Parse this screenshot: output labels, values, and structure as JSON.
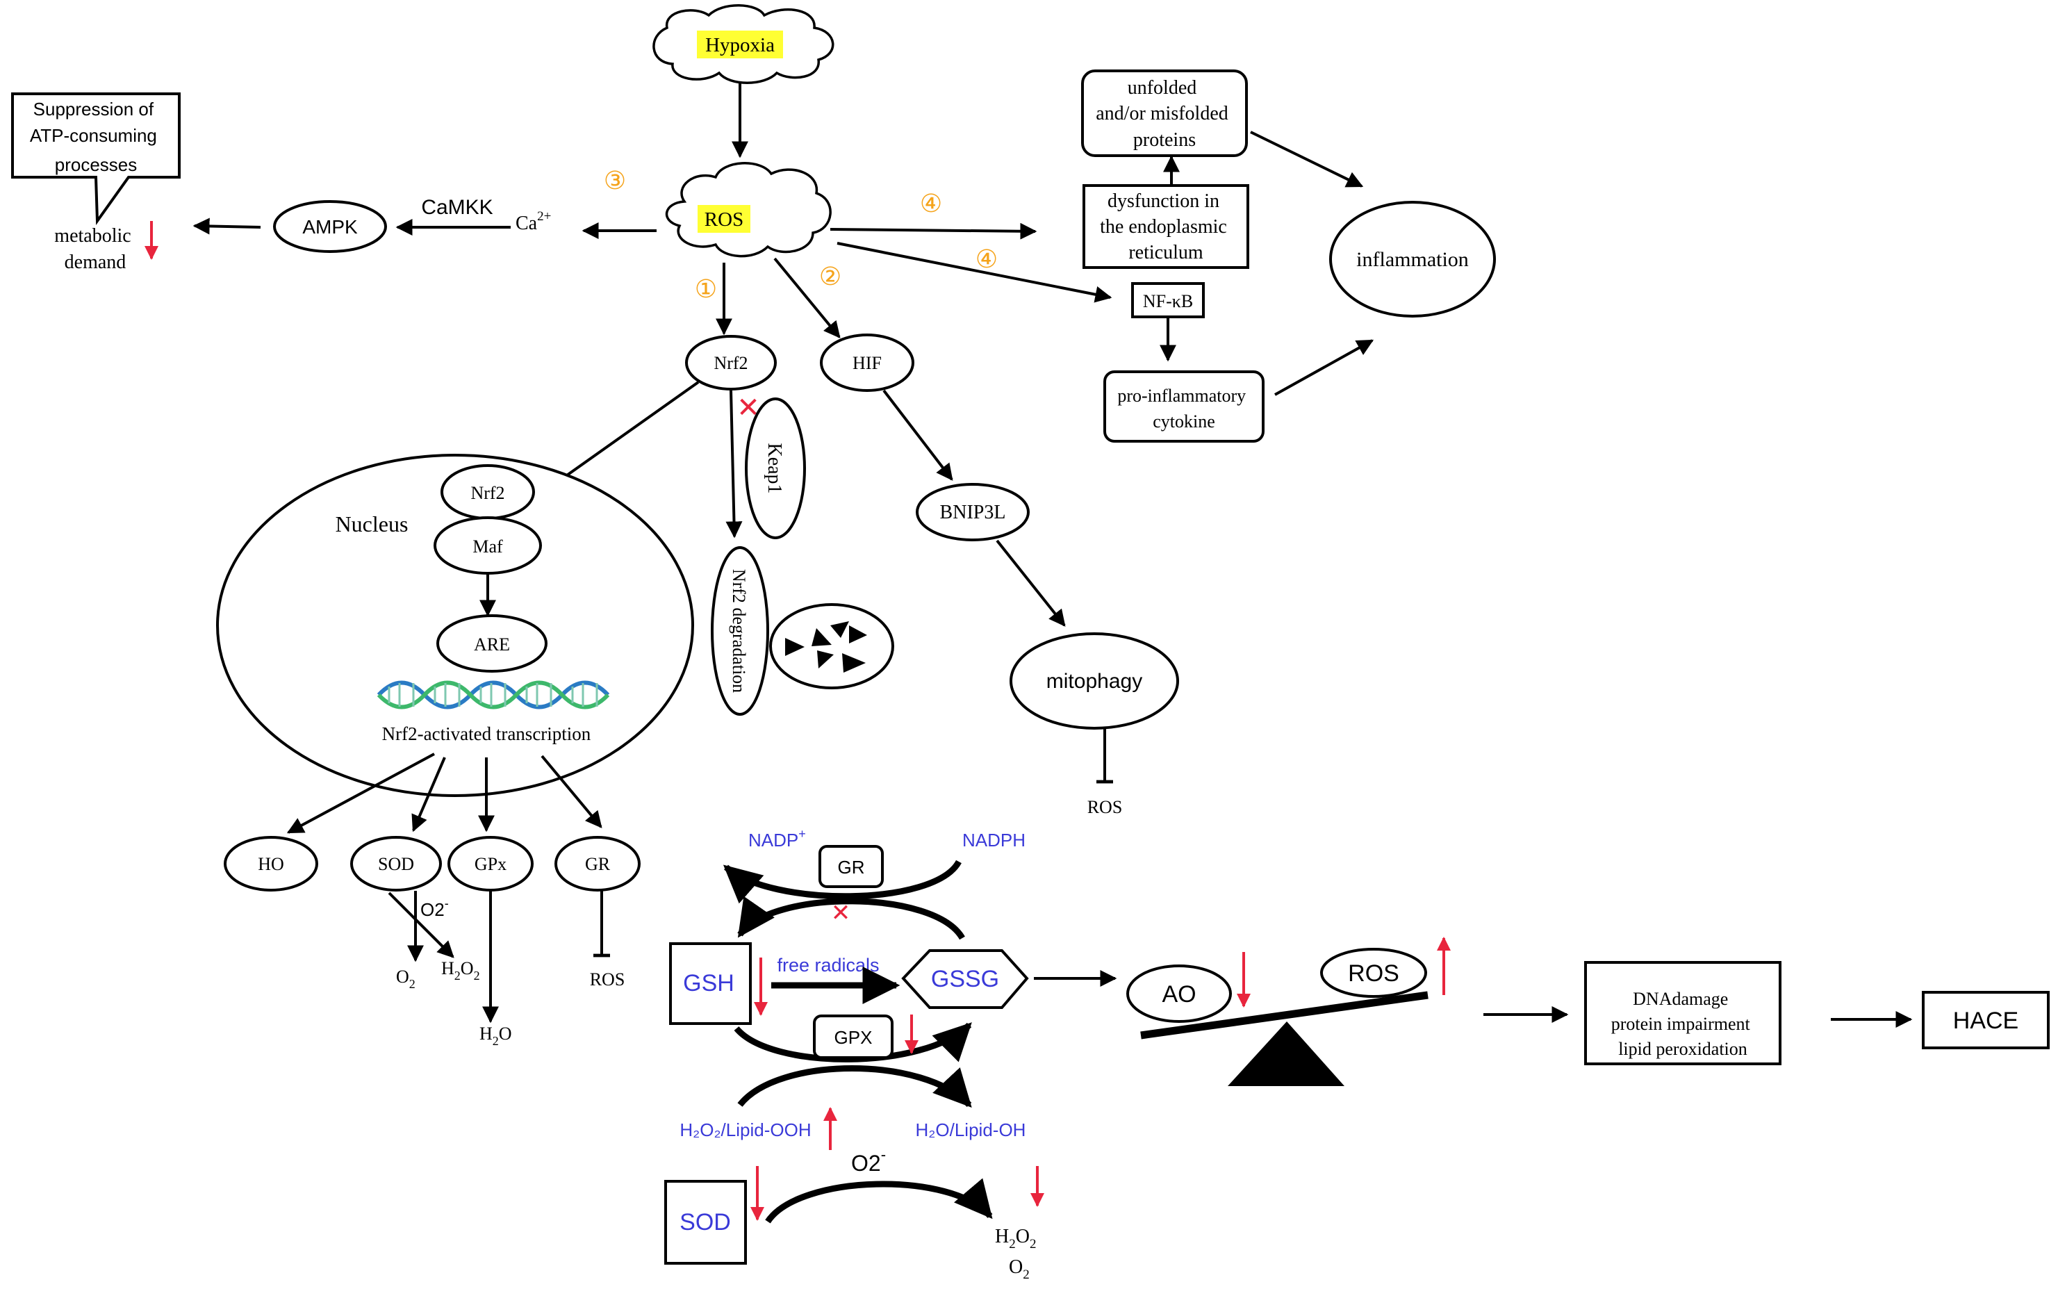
{
  "colors": {
    "highlight": "#ffff33",
    "enzyme_text": "#3a3ad8",
    "step_number": "#f5a31a",
    "up_down_arrow": "#e8253d",
    "line": "#000000"
  },
  "top": {
    "hypoxia": "Hypoxia",
    "ros": "ROS"
  },
  "steps": {
    "s1": "①",
    "s2": "②",
    "s3": "③",
    "s4a": "④",
    "s4b": "④"
  },
  "energy": {
    "callout": [
      "Suppression of",
      "ATP-consuming",
      "processes"
    ],
    "metabolic": [
      "metabolic",
      "demand"
    ],
    "ampk": "AMPK",
    "camkk": "CaMKK",
    "ca": "Ca",
    "ca_sup": "2+"
  },
  "er": {
    "unfolded": [
      "unfolded",
      "and/or misfolded",
      "proteins"
    ],
    "dysfunction": [
      "dysfunction in",
      "the endoplasmic",
      "reticulum"
    ],
    "nfkb": "NF-κB",
    "cytokine": [
      "pro-inflammatory",
      "cytokine"
    ],
    "inflammation": "inflammation"
  },
  "nrf2": {
    "nrf2": "Nrf2",
    "keap1": "Keap1",
    "degradation": "Nrf2 degradation",
    "nucleus": "Nucleus",
    "nrf2_nuc": "Nrf2",
    "maf": "Maf",
    "are": "ARE",
    "transcription": "Nrf2-activated transcription",
    "ho": "HO",
    "sod": "SOD",
    "gpx": "GPx",
    "gr": "GR",
    "o2_minus": "O2",
    "o2_minus_sup": "-",
    "o2": "O",
    "o2_sub": "2",
    "h2o2_a": "H",
    "h2o2_sub1": "2",
    "h2o2_b": "O",
    "h2o2_sub2": "2",
    "h2o_a": "H",
    "h2o_sub": "2",
    "h2o_b": "O",
    "gr_ros": "ROS"
  },
  "hif": {
    "hif": "HIF",
    "bnip3l": "BNIP3L",
    "mitophagy": "mitophagy",
    "ros": "ROS"
  },
  "glutathione": {
    "nadp": "NADP",
    "nadp_sup": "+",
    "nadph": "NADPH",
    "gr": "GR",
    "gsh": "GSH",
    "free_radicals": "free radicals",
    "gssg": "GSSG",
    "gpx": "GPX",
    "h2o2_lipid": "H₂O₂/Lipid-OOH",
    "h2o_lipid": "H₂O/Lipid-OH",
    "o2_minus": "O2",
    "o2_minus_sup": "-",
    "sod": "SOD",
    "h2o2_a": "H",
    "h2o2_sub1": "2",
    "h2o2_b": "O",
    "h2o2_sub2": "2",
    "o2": "O",
    "o2_sub": "2"
  },
  "balance": {
    "ao": "AO",
    "ros": "ROS",
    "damage": [
      "DNAdamage",
      "protein impairment",
      "lipid peroxidation"
    ],
    "hace": "HACE"
  }
}
